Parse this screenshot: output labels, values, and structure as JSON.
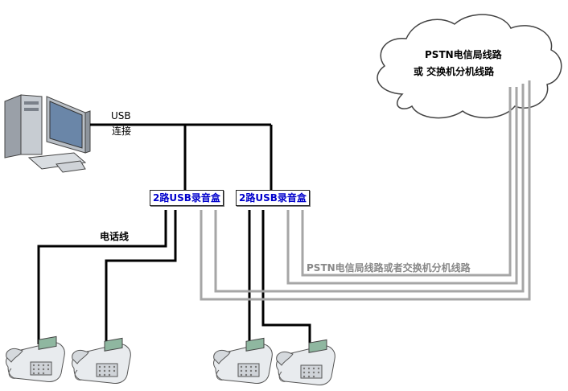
{
  "usb_label_line1": "USB",
  "usb_label_line2": "连接",
  "phone_line_label": "电话线",
  "cloud_line1": "PSTN电信局线路",
  "cloud_line2": "或 交换机分机线路",
  "bottom_line_label": "PSTN电信局线路或者交换机分机线路",
  "recorder_boxes": [
    "2路USB录音盒",
    "2路USB录音盒"
  ],
  "colors": {
    "wire_black": "#000000",
    "wire_gray": "#999999",
    "box_text": "#0000cc"
  }
}
